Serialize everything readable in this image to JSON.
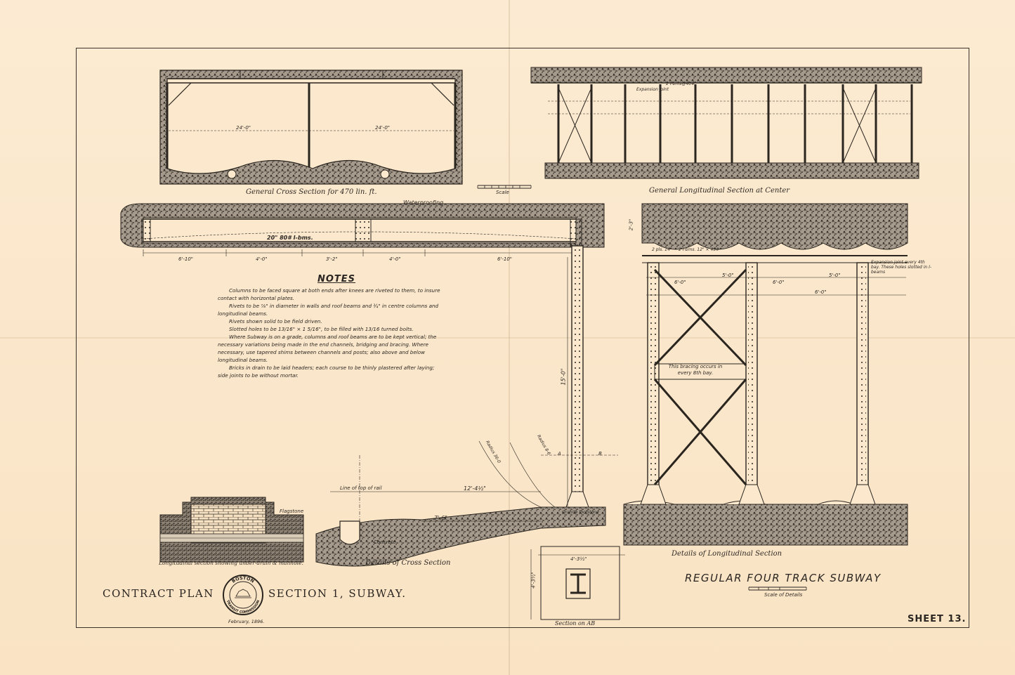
{
  "drawing": {
    "views": {
      "cross_section": "General Cross Section for 470 lin. ft.",
      "longitudinal_section": "General Longitudinal Section at Center",
      "detail_longitudinal": "Details of Longitudinal Section",
      "detail_cross": "Details of Cross Section",
      "manhole": "Longitudinal section showing under-drain & manhole.",
      "section_ab": "Section on AB"
    },
    "scale_label": "Scale",
    "scale_details_label": "Scale of Details",
    "notes": {
      "heading": "NOTES",
      "items": [
        "Columns to be faced square at both ends after knees are riveted to them, to insure contact with horizontal plates.",
        "Rivets to be ⅞\" in diameter in walls and roof beams and ¾\" in centre columns and longitudinal beams.",
        "Rivets shown solid to be field driven.",
        "Slotted holes to be 13/16\" × 1 5/16\", to be filled with 13/16 turned bolts.",
        "Where Subway is on a grade, columns and roof beams are to be kept vertical; the necessary variations being made in the end channels, bridging and bracing. Where necessary, use tapered shims between channels and posts; also above and below longitudinal beams.",
        "Bricks in drain to be laid headers; each course to be thinly plastered after laying; side joints to be without mortar."
      ]
    },
    "annotations": {
      "waterproofing": "Waterproofing",
      "beam": "20\" 80# I-bms.",
      "flagstone": "Flagstone",
      "concrete": "Concrete",
      "line_top_rail": "Line of top of rail",
      "expansion_joint": "Expansion joint",
      "expansion_note": "Expansion joint every 4th bay. These holes slotted in I-beams",
      "bracing_note": "This bracing occurs in every 8th bay.",
      "granite_footstone": "Granite footstone",
      "radius_a": "Radius 8-6",
      "radius_b": "Radius 36-0",
      "point_a": "A",
      "point_b": "B"
    },
    "dimensions": {
      "cross_span_left": "24'-0\"",
      "cross_span_right": "24'-0\"",
      "beam_spans": [
        "6'-10\"",
        "4'-0\"",
        "3'-2\"",
        "4'-0\"",
        "6'-10\""
      ],
      "column_height": "15'-0\"",
      "height_to_rail": "12'-4½\"",
      "rail_offset": "7'-6\"",
      "bay_spacing": [
        "6'-0\"",
        "5'-0\"",
        "6'-0\"",
        "5'-0\"",
        "6'-0\""
      ],
      "roof_depth": "2'-3\"",
      "footing_width": "4'-3½\"",
      "footing_depth": "4'-3½\"",
      "beam_pair": "2 I-bms. 12\" × 45#",
      "plate_top": "2 pls. 14\"",
      "long_beam_top": "2 I-bms@40#"
    }
  },
  "title_block": {
    "contract_left": "CONTRACT PLAN",
    "contract_right": "SECTION 1, SUBWAY.",
    "seal_top": "BOSTON",
    "seal_bottom": "TRANSIT COMMISSION",
    "date": "February, 1896.",
    "subway_title": "REGULAR FOUR TRACK SUBWAY",
    "sheet_number": "SHEET 13."
  }
}
